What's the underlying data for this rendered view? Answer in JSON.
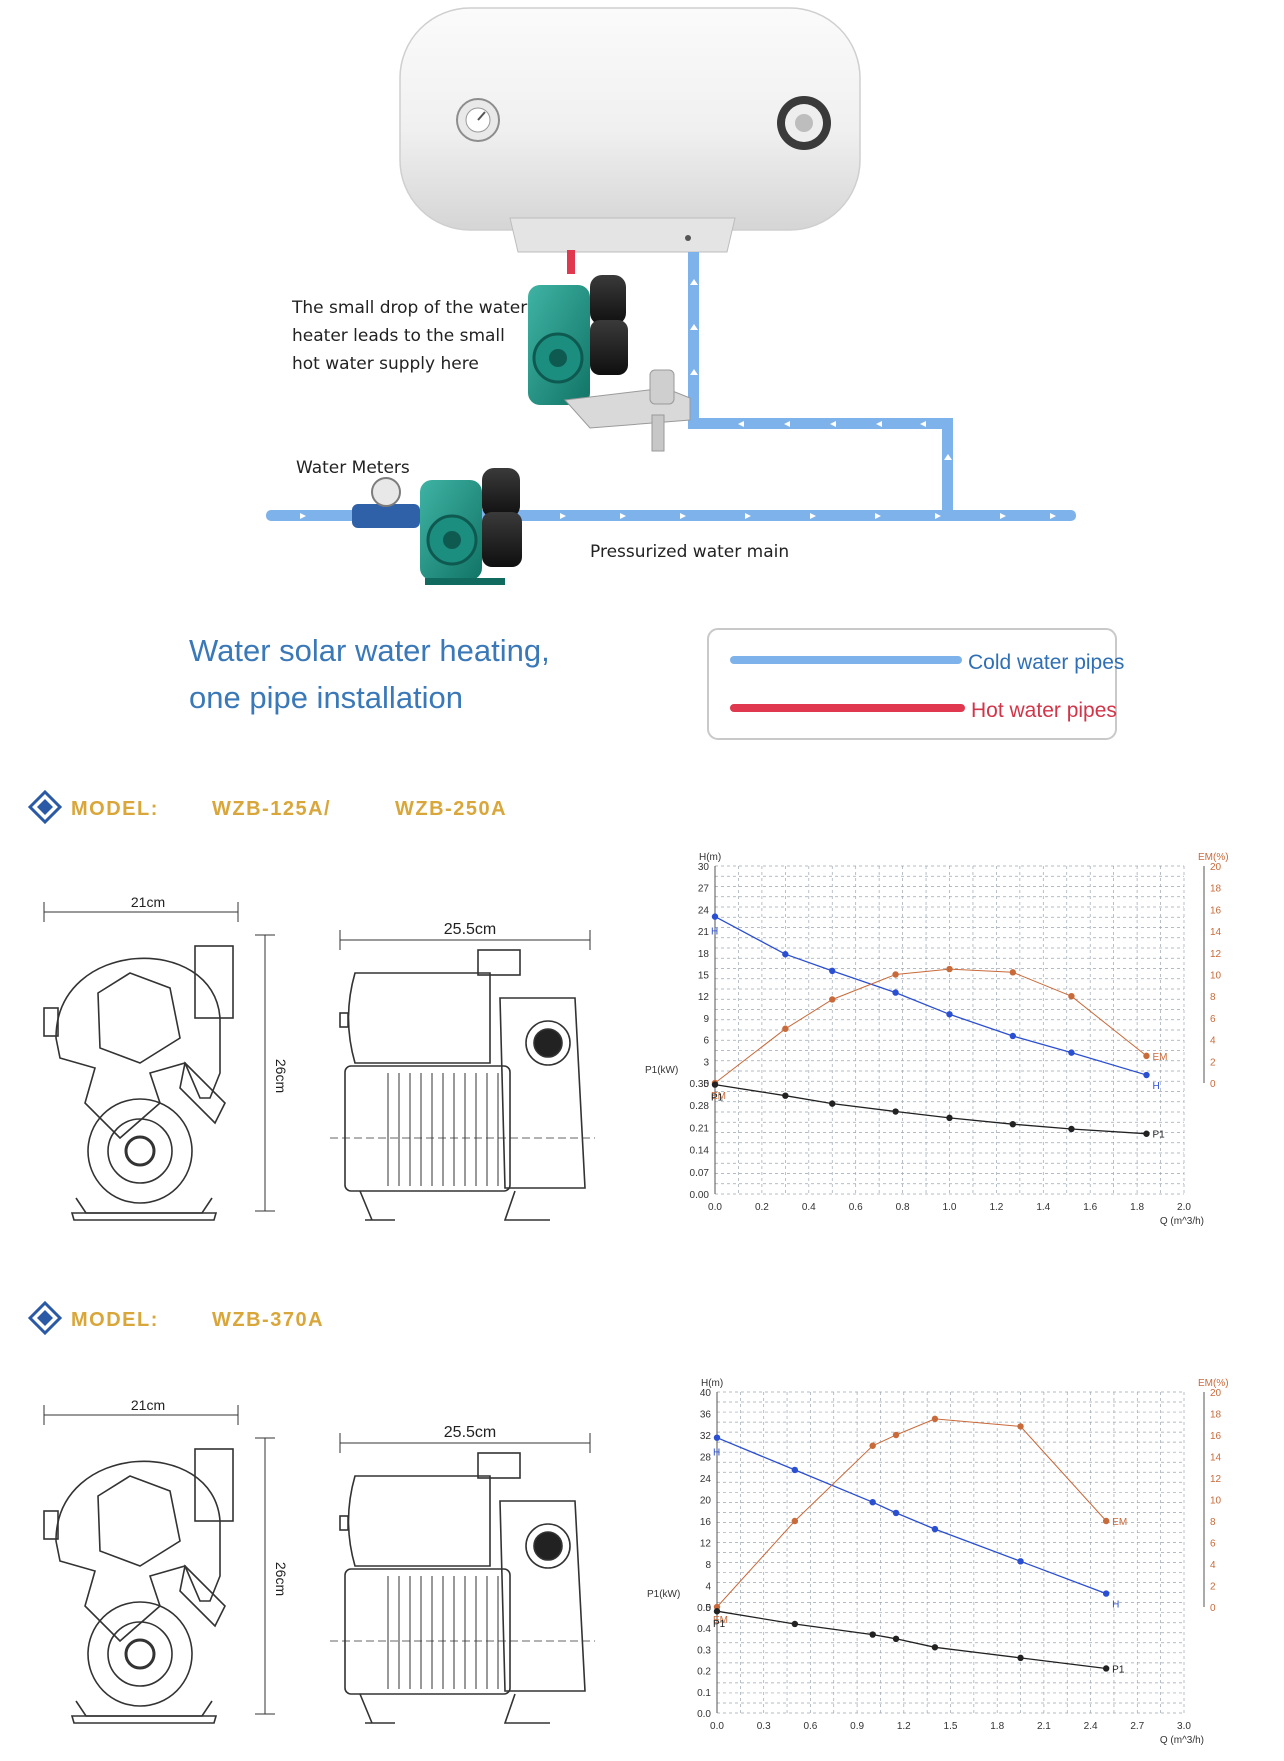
{
  "install": {
    "heater_note": [
      "The small drop of the water",
      "heater leads to the small",
      "hot water supply here"
    ],
    "water_meters_label": "Water Meters",
    "main_label": "Pressurized water main",
    "title_line1": "Water solar water heating,",
    "title_line2": "one pipe installation",
    "legend": {
      "cold": "Cold water pipes",
      "hot": "Hot water pipes",
      "cold_color": "#7eb2ea",
      "hot_color": "#e0394f"
    }
  },
  "models": [
    {
      "heading": "MODEL:",
      "model_code_a": "WZB-125A/",
      "model_code_b": "WZB-250A",
      "dims": {
        "width_label": "21cm",
        "height_label": "26cm",
        "length_label": "25.5cm"
      }
    },
    {
      "heading": "MODEL:",
      "model_code_a": "WZB-370A",
      "model_code_b": "",
      "dims": {
        "width_label": "21cm",
        "height_label": "26cm",
        "length_label": "25.5cm"
      }
    }
  ],
  "colors": {
    "accent_gold": "#d9a63a",
    "diamond_blue": "#2a5aa5",
    "title_blue": "#3a78b8",
    "h_series": "#2b4fd1",
    "em_series": "#c86a3a",
    "p1_series": "#222222",
    "grid": "#9aa6b4"
  },
  "chart_data": [
    {
      "type": "line",
      "x_label": "Q (m^3/h)",
      "x_ticks": [
        "0.0",
        "0.2",
        "0.4",
        "0.6",
        "0.8",
        "1.0",
        "1.2",
        "1.4",
        "1.6",
        "1.8",
        "2.0"
      ],
      "xlim": [
        0,
        2.0
      ],
      "h_axis": {
        "label": "H(m)",
        "range": [
          0,
          30
        ],
        "ticks": [
          "0",
          "3",
          "6",
          "9",
          "12",
          "15",
          "18",
          "21",
          "24",
          "27",
          "30"
        ]
      },
      "p_axis": {
        "label": "P1(kW)",
        "range": [
          0,
          0.35
        ],
        "ticks": [
          "0.00",
          "0.07",
          "0.14",
          "0.21",
          "0.28",
          "0.35"
        ]
      },
      "em_axis": {
        "label": "EM(%)",
        "range": [
          0,
          20
        ],
        "ticks": [
          "0",
          "2",
          "4",
          "6",
          "8",
          "10",
          "12",
          "14",
          "16",
          "18",
          "20"
        ]
      },
      "series": [
        {
          "name": "H",
          "axis": "h",
          "x": [
            0,
            0.3,
            0.5,
            0.77,
            1.0,
            1.27,
            1.52,
            1.84
          ],
          "y": [
            23,
            17.8,
            15.5,
            12.5,
            9.5,
            6.5,
            4.2,
            1.1
          ]
        },
        {
          "name": "EM",
          "axis": "em",
          "x": [
            0,
            0.3,
            0.5,
            0.77,
            1.0,
            1.27,
            1.52,
            1.84
          ],
          "y": [
            0,
            5,
            7.7,
            10,
            10.5,
            10.2,
            8,
            2.5
          ]
        },
        {
          "name": "P1",
          "axis": "p",
          "x": [
            0,
            0.3,
            0.5,
            0.77,
            1.0,
            1.27,
            1.52,
            1.84
          ],
          "y": [
            0.345,
            0.31,
            0.285,
            0.26,
            0.24,
            0.22,
            0.205,
            0.19
          ]
        }
      ]
    },
    {
      "type": "line",
      "x_label": "Q (m^3/h)",
      "x_ticks": [
        "0.0",
        "0.3",
        "0.6",
        "0.9",
        "1.2",
        "1.5",
        "1.8",
        "2.1",
        "2.4",
        "2.7",
        "3.0"
      ],
      "xlim": [
        0,
        3.0
      ],
      "h_axis": {
        "label": "H(m)",
        "range": [
          0,
          40
        ],
        "ticks": [
          "0",
          "4",
          "8",
          "12",
          "16",
          "20",
          "24",
          "28",
          "32",
          "36",
          "40"
        ]
      },
      "p_axis": {
        "label": "P1(kW)",
        "range": [
          0,
          0.5
        ],
        "ticks": [
          "0.0",
          "0.1",
          "0.2",
          "0.3",
          "0.4",
          "0.5"
        ]
      },
      "em_axis": {
        "label": "EM(%)",
        "range": [
          0,
          20
        ],
        "ticks": [
          "0",
          "2",
          "4",
          "6",
          "8",
          "10",
          "12",
          "14",
          "16",
          "18",
          "20"
        ]
      },
      "series": [
        {
          "name": "H",
          "axis": "h",
          "x": [
            0,
            0.5,
            1.0,
            1.15,
            1.4,
            1.95,
            2.5
          ],
          "y": [
            31.5,
            25.5,
            19.5,
            17.5,
            14.5,
            8.5,
            2.5
          ]
        },
        {
          "name": "EM",
          "axis": "em",
          "x": [
            0,
            0.5,
            1.0,
            1.15,
            1.4,
            1.95,
            2.5
          ],
          "y": [
            0,
            8,
            15,
            16,
            17.5,
            16.8,
            8
          ]
        },
        {
          "name": "P1",
          "axis": "p",
          "x": [
            0,
            0.5,
            1.0,
            1.15,
            1.4,
            1.95,
            2.5
          ],
          "y": [
            0.48,
            0.42,
            0.37,
            0.35,
            0.31,
            0.26,
            0.21
          ]
        }
      ]
    }
  ]
}
